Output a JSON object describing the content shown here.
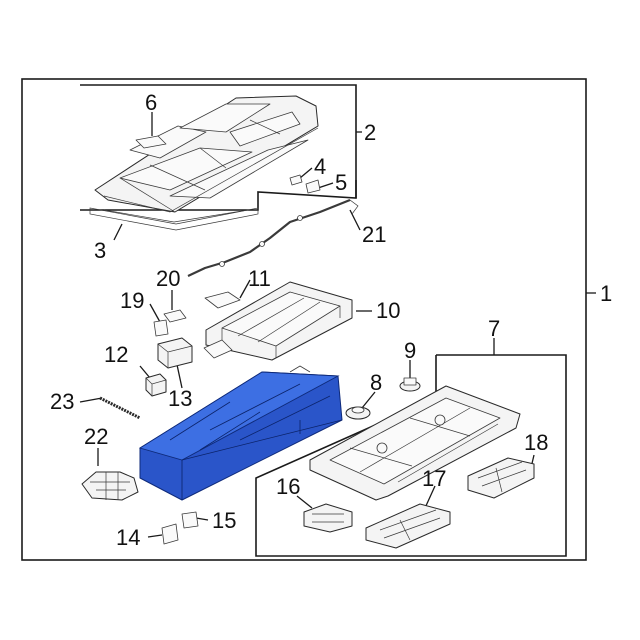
{
  "callouts": {
    "c1": "1",
    "c2": "2",
    "c3": "3",
    "c4": "4",
    "c5": "5",
    "c6": "6",
    "c7": "7",
    "c8": "8",
    "c9": "9",
    "c10": "10",
    "c11": "11",
    "c12": "12",
    "c13": "13",
    "c14": "14",
    "c15": "15",
    "c16": "16",
    "c17": "17",
    "c18": "18",
    "c19": "19",
    "c20": "20",
    "c21": "21",
    "c22": "22",
    "c23": "23"
  },
  "colors": {
    "highlight_part": "#2a55c9",
    "line_art": "#1a1a1a",
    "background": "#ffffff"
  },
  "highlighted_part_icon": "battery-pack-icon"
}
